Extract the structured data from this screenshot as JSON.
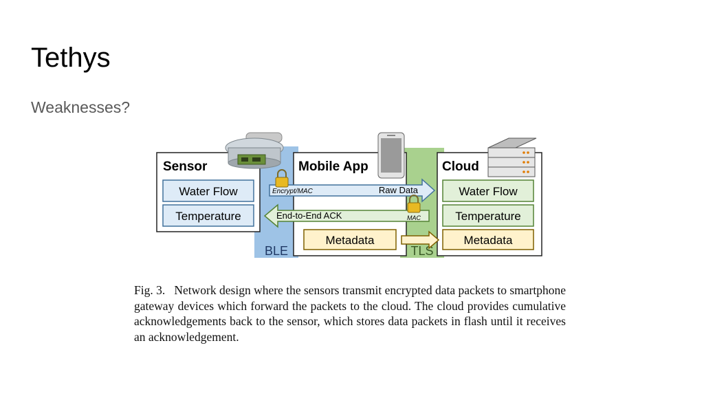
{
  "slide": {
    "title": "Tethys",
    "subtitle": "Weaknesses?"
  },
  "diagram": {
    "colors": {
      "ble_band": "#9ec3e6",
      "tls_band": "#a9d18e",
      "sensor_field_fill": "#deebf7",
      "sensor_field_border": "#41719c",
      "cloud_field_fill": "#e2f0d9",
      "cloud_field_border": "#548235",
      "metadata_fill": "#fff2cc",
      "metadata_border": "#7f6000",
      "arrow_blue_fill": "#deebf7",
      "arrow_green_fill": "#e2f0d9",
      "arrow_yellow_fill": "#fff2cc"
    },
    "sensor": {
      "title": "Sensor",
      "icon": "water-flow-sensor-icon",
      "fields": [
        "Water Flow",
        "Temperature"
      ]
    },
    "mobile_app": {
      "title": "Mobile App",
      "icon": "smartphone-icon",
      "metadata": "Metadata"
    },
    "cloud": {
      "title": "Cloud",
      "icon": "server-stack-icon",
      "fields": [
        "Water Flow",
        "Temperature",
        "Metadata"
      ]
    },
    "links": {
      "ble": "BLE",
      "tls": "TLS",
      "encrypt_mac": "Encrypt/MAC",
      "raw_data": "Raw Data",
      "end_to_end_ack": "End-to-End ACK",
      "mac": "MAC",
      "lock_icon": "padlock-icon"
    }
  },
  "caption": {
    "label": "Fig. 3.",
    "text": "Network design where the sensors transmit encrypted data packets to smartphone gateway devices which forward the packets to the cloud. The cloud provides cumulative acknowledgements back to the sensor, which stores data packets in flash until it receives an acknowledgement."
  }
}
